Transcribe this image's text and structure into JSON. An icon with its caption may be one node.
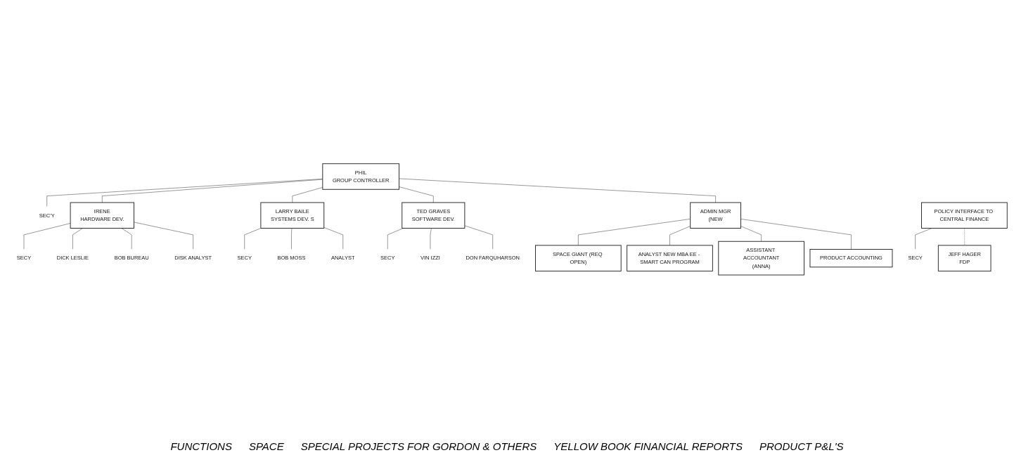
{
  "diagram": {
    "nodes": [
      {
        "text": [
          "PHIL",
          "GROUP CONTROLLER"
        ]
      },
      {
        "text": [
          "SEC'Y"
        ]
      },
      {
        "text": [
          "SECY"
        ]
      },
      {
        "text": [
          "IRENE",
          "HARDWARE DEV."
        ]
      },
      {
        "text": [
          "DICK LESLIE"
        ]
      },
      {
        "text": [
          "BOB BUREAU"
        ]
      },
      {
        "text": [
          "DISK ANALYST"
        ]
      },
      {
        "text": [
          "LARRY BAILE",
          "SYSTEMS DEV. S"
        ]
      },
      {
        "text": [
          "SECY"
        ]
      },
      {
        "text": [
          "BOB MOSS"
        ]
      },
      {
        "text": [
          "ANALYST"
        ]
      },
      {
        "text": [
          "TED GRAVES",
          "SOFTWARE DEV."
        ]
      },
      {
        "text": [
          "SECY"
        ]
      },
      {
        "text": [
          "VIN IZZI"
        ]
      },
      {
        "text": [
          "DON FARQUHARSON"
        ]
      },
      {
        "text": [
          "ADMIN MGR",
          "(NEW"
        ]
      },
      {
        "text": [
          "POLICY INTERFACE TO CENTRAL FINANCE"
        ]
      },
      {
        "text": [
          "SECY"
        ]
      },
      {
        "text": [
          "JEFF HAGER",
          "FDP"
        ]
      },
      {
        "text": [
          "SPACE GIANT (REQ OPEN)"
        ]
      },
      {
        "text": [
          "ANALYST NEW MBA EE - SMART CAN PROGRAM"
        ]
      },
      {
        "text": [
          "ASSISTANT ACCOUNTANT",
          "(ANNA)"
        ]
      },
      {
        "text": [
          "PRODUCT ACCOUNTING"
        ]
      }
    ],
    "edges": [
      {
        "from": 0,
        "to": 1,
        "arrow": "none"
      },
      {
        "from": 0,
        "to": 3,
        "arrow": "none"
      },
      {
        "from": 0,
        "to": 7,
        "arrow": "none"
      },
      {
        "from": 0,
        "to": 11,
        "arrow": "none"
      },
      {
        "from": 0,
        "to": 15,
        "arrow": "none"
      },
      {
        "from": 3,
        "to": 2,
        "arrow": "none"
      },
      {
        "from": 3,
        "to": 4,
        "arrow": "none"
      },
      {
        "from": 3,
        "to": 5,
        "arrow": "none"
      },
      {
        "from": 3,
        "to": 6,
        "arrow": "none"
      },
      {
        "from": 7,
        "to": 8,
        "arrow": "none"
      },
      {
        "from": 7,
        "to": 9,
        "arrow": "none"
      },
      {
        "from": 7,
        "to": 10,
        "arrow": "none"
      },
      {
        "from": 11,
        "to": 12,
        "arrow": "none"
      },
      {
        "from": 11,
        "to": 13,
        "arrow": "none"
      },
      {
        "from": 11,
        "to": 14,
        "arrow": "none"
      },
      {
        "from": 16,
        "to": 17,
        "arrow": "none"
      },
      {
        "from": 16,
        "to": 18,
        "arrow": "none",
        "style": "dashed"
      },
      {
        "from": 15,
        "to": 19,
        "arrow": "none"
      },
      {
        "from": 15,
        "to": 20,
        "arrow": "none"
      },
      {
        "from": 15,
        "to": 21,
        "arrow": "none"
      },
      {
        "from": 15,
        "to": 22,
        "arrow": "none"
      }
    ],
    "labels": [
      "FUNCTIONS",
      "SPACE",
      "SPECIAL PROJECTS FOR GORDON & OTHERS",
      "YELLOW BOOK FINANCIAL REPORTS",
      "PRODUCT P&L'S"
    ]
  }
}
